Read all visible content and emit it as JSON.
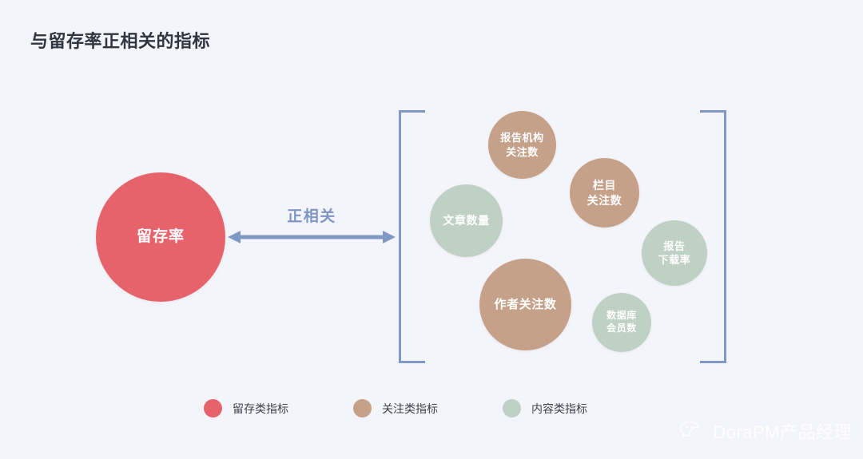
{
  "slide": {
    "title": "与留存率正相关的指标",
    "background_color": "#F4F5FA"
  },
  "colors": {
    "retention_red": "#E7636C",
    "attention_tan": "#C5A18A",
    "content_green": "#BFD0C4",
    "accent_blue": "#8099C4",
    "title_text": "#2F3640"
  },
  "main_bubble": {
    "label": "留存率",
    "category": "留存类指标",
    "color": "#E7636C"
  },
  "relation": {
    "label": "正相关",
    "arrow_type": "double-headed",
    "color": "#8099C4"
  },
  "bubbles": [
    {
      "label": "报告机构\n关注数",
      "category": "关注类指标",
      "color": "#C5A18A",
      "size": 85
    },
    {
      "label": "栏目\n关注数",
      "category": "关注类指标",
      "color": "#C5A18A",
      "size": 87
    },
    {
      "label": "文章数量",
      "category": "内容类指标",
      "color": "#BFD0C4",
      "size": 91
    },
    {
      "label": "报告\n下载率",
      "category": "内容类指标",
      "color": "#BFD0C4",
      "size": 82
    },
    {
      "label": "作者关注数",
      "category": "关注类指标",
      "color": "#C5A18A",
      "size": 115
    },
    {
      "label": "数据库\n会员数",
      "category": "内容类指标",
      "color": "#BFD0C4",
      "size": 74
    }
  ],
  "legend": {
    "items": [
      {
        "label": "留存类指标",
        "color": "#E7636C"
      },
      {
        "label": "关注类指标",
        "color": "#C5A18A"
      },
      {
        "label": "内容类指标",
        "color": "#BFD0C4"
      }
    ]
  },
  "watermark": {
    "icon": "wechat-icon",
    "text": "DoraPM产品经理"
  }
}
